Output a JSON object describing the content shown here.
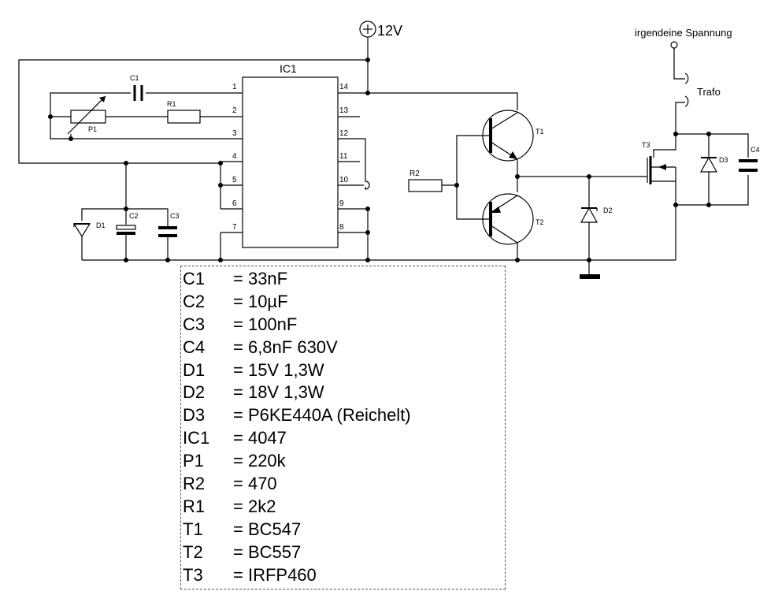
{
  "supply": {
    "label": "12V"
  },
  "ic": {
    "name": "IC1",
    "pins_left": [
      "1",
      "2",
      "3",
      "4",
      "5",
      "6",
      "7"
    ],
    "pins_right": [
      "14",
      "13",
      "12",
      "11",
      "10",
      "9",
      "8"
    ]
  },
  "labels": {
    "c1": "C1",
    "r1": "R1",
    "p1": "P1",
    "d1": "D1",
    "c2": "C2",
    "c3": "C3",
    "r2": "R2",
    "t1": "T1",
    "t2": "T2",
    "d2": "D2",
    "t3": "T3",
    "d3": "D3",
    "c4": "C4",
    "source": "irgendeine Spannung",
    "trafo": "Trafo"
  },
  "parts_list": [
    {
      "ref": "C1",
      "value": "= 33nF"
    },
    {
      "ref": "C2",
      "value": "= 10µF"
    },
    {
      "ref": "C3",
      "value": "= 100nF"
    },
    {
      "ref": "C4",
      "value": "= 6,8nF 630V"
    },
    {
      "ref": "D1",
      "value": "= 15V 1,3W"
    },
    {
      "ref": "D2",
      "value": "= 18V 1,3W"
    },
    {
      "ref": "D3",
      "value": "= P6KE440A (Reichelt)"
    },
    {
      "ref": "IC1",
      "value": "= 4047"
    },
    {
      "ref": "P1",
      "value": "= 220k"
    },
    {
      "ref": "R2",
      "value": "= 470"
    },
    {
      "ref": "R1",
      "value": "= 2k2"
    },
    {
      "ref": "T1",
      "value": "= BC547"
    },
    {
      "ref": "T2",
      "value": "= BC557"
    },
    {
      "ref": "T3",
      "value": "= IRFP460"
    }
  ]
}
